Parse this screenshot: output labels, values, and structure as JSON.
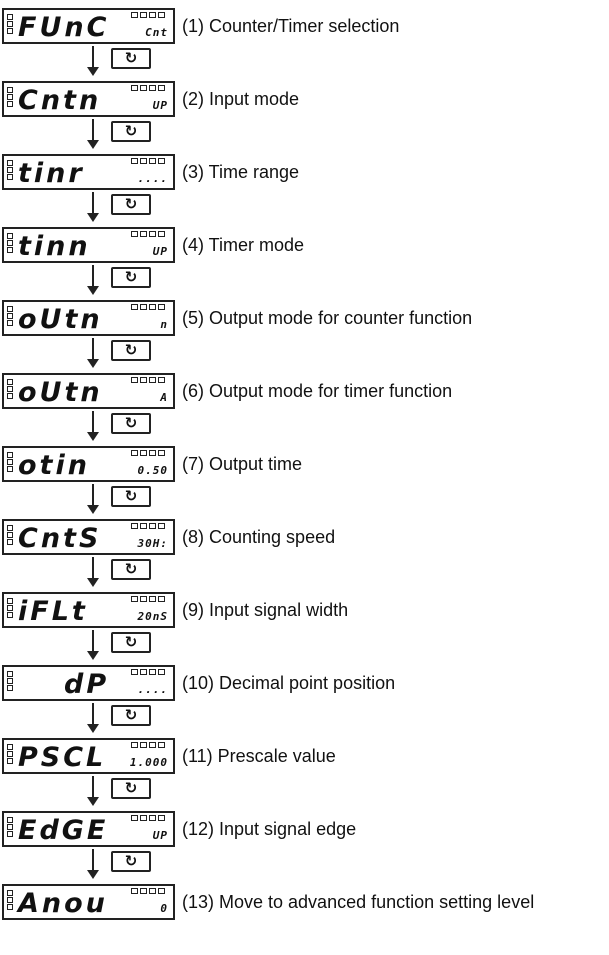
{
  "steps": [
    {
      "display": "FUnC",
      "sub": "Cnt",
      "label": "(1) Counter/Timer selection"
    },
    {
      "display": "Cntn",
      "sub": "UP",
      "label": "(2) Input mode"
    },
    {
      "display": "tinr",
      "sub": "....",
      "label": "(3) Time range"
    },
    {
      "display": "tinn",
      "sub": "UP",
      "label": "(4) Timer mode"
    },
    {
      "display": "oUtn",
      "sub": "n",
      "label": "(5) Output mode for counter function"
    },
    {
      "display": "oUtn",
      "sub": "A",
      "label": "(6) Output mode for timer function"
    },
    {
      "display": "otin",
      "sub": "0.50",
      "label": "(7) Output time"
    },
    {
      "display": "CntS",
      "sub": "30H:",
      "label": "(8) Counting speed"
    },
    {
      "display": "iFLt",
      "sub": "20nS",
      "label": "(9) Input signal width"
    },
    {
      "display": "dP",
      "sub": "....",
      "label": "(10) Decimal point position"
    },
    {
      "display": "PSCL",
      "sub": "1.000",
      "label": "(11) Prescale value"
    },
    {
      "display": "EdGE",
      "sub": "UP",
      "label": "(12) Input signal edge"
    },
    {
      "display": "Anou",
      "sub": "0",
      "label": "(13) Move to advanced function setting level"
    }
  ],
  "key_icon": "mode-key-icon",
  "key_glyph": "↻"
}
